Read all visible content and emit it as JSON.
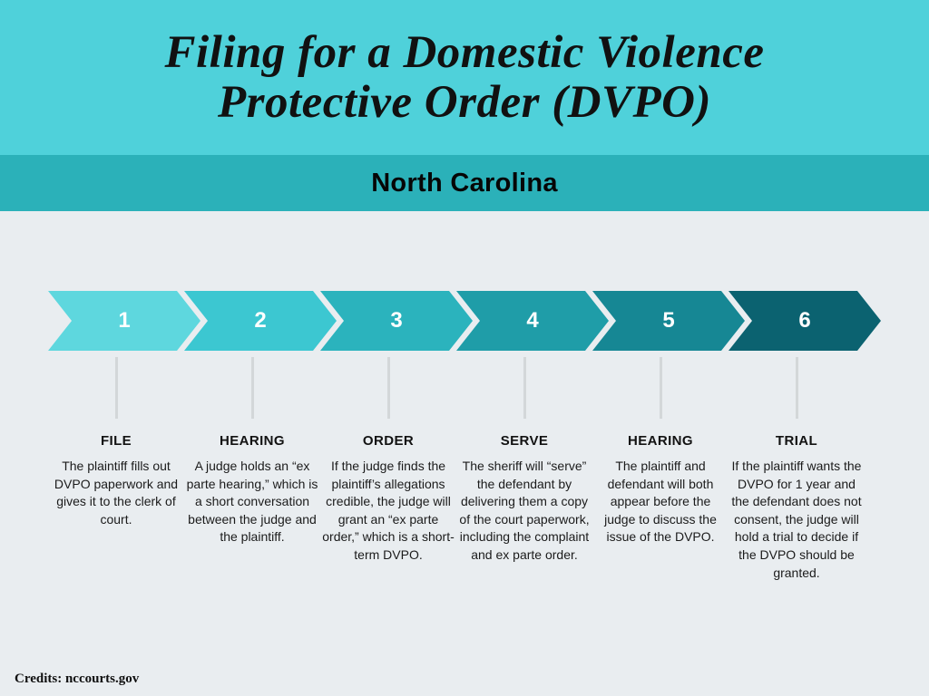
{
  "header": {
    "title_line1": "Filing for a Domestic Violence",
    "title_line2": "Protective Order (DVPO)",
    "bg": "#4fd1da",
    "subtitle": "North Carolina",
    "subtitle_bg": "#2bb1b9"
  },
  "page_bg": "#e9edf0",
  "steps": [
    {
      "number": "1",
      "label": "FILE",
      "color": "#5ed7de",
      "description": "The plaintiff fills out DVPO paperwork and gives it to the clerk of court."
    },
    {
      "number": "2",
      "label": "HEARING",
      "color": "#3cc7d1",
      "description": "A judge holds an “ex parte hearing,” which is a short conversation between the judge and the plaintiff."
    },
    {
      "number": "3",
      "label": "ORDER",
      "color": "#2bb3bd",
      "description": "If the judge finds the plaintiff’s allegations credible, the judge will grant an “ex parte order,” which is a short-term DVPO."
    },
    {
      "number": "4",
      "label": "SERVE",
      "color": "#1f9da8",
      "description": "The sheriff will “serve” the defendant by delivering them a copy of the court paperwork, including the complaint and ex parte order."
    },
    {
      "number": "5",
      "label": "HEARING",
      "color": "#168794",
      "description": "The plaintiff and defendant will both appear before the judge to discuss the issue of the DVPO."
    },
    {
      "number": "6",
      "label": "TRIAL",
      "color": "#0b6270",
      "description": "If the plaintiff wants the DVPO for 1 year and the defendant does not consent, the judge will hold a trial to decide if the DVPO should be granted."
    }
  ],
  "footer": {
    "credits": "Credits: nccourts.gov"
  }
}
